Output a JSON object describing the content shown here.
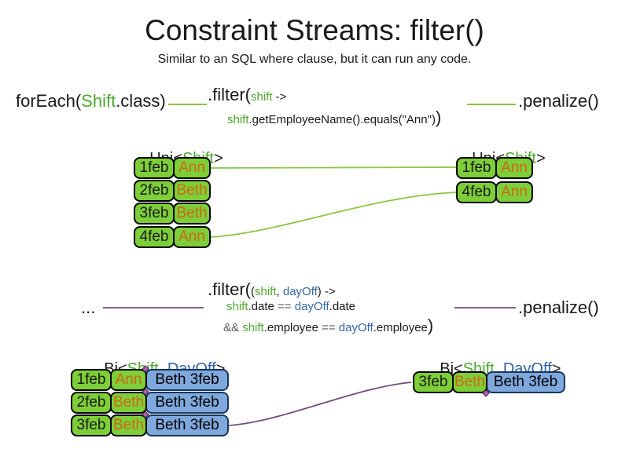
{
  "title": "Constraint Streams: filter()",
  "subtitle": "Similar to an SQL where clause, but it can run any code.",
  "colors": {
    "green_text": "#4ea72e",
    "blue_text": "#3465a4",
    "orange_text": "#cd6816",
    "gray_operator": "#595959",
    "cell_green_fill": "#7dce38",
    "cell_blue_fill": "#7fa8dc",
    "cell_blue_border": "#16365c",
    "wire_green": "#8cc63f",
    "wire_purple": "#6f4e79",
    "glue_diamond": "#b55fae"
  },
  "uni": {
    "source": {
      "pre": "forEach(",
      "type": "Shift",
      "post": ".class)"
    },
    "filter": {
      "head": ".filter(",
      "param": "shift",
      "arrow": " ->",
      "body_var": "shift",
      "body": ".getEmployeeName().equals(\"Ann\")",
      "close": ")"
    },
    "penalize": ".penalize()",
    "label": {
      "pre": "Uni<",
      "type": "Shift",
      "post": ">"
    },
    "left_rows": [
      {
        "date": "1feb",
        "emp": "Ann"
      },
      {
        "date": "2feb",
        "emp": "Beth"
      },
      {
        "date": "3feb",
        "emp": "Beth"
      },
      {
        "date": "4feb",
        "emp": "Ann"
      }
    ],
    "right_rows": [
      {
        "date": "1feb",
        "emp": "Ann"
      },
      {
        "date": "4feb",
        "emp": "Ann"
      }
    ]
  },
  "bi": {
    "source": "...",
    "filter": {
      "head": ".filter(",
      "open": "(",
      "p1": "shift",
      "sep": ", ",
      "p2": "dayOff",
      "close_params": ")",
      "arrow": " ->",
      "l2_p1": "shift",
      "l2_a": ".date ",
      "l2_op": "== ",
      "l2_p2": "dayOff",
      "l2_b": ".date",
      "l3_op": "&& ",
      "l3_p1": "shift",
      "l3_a": ".employee ",
      "l3_eq": "== ",
      "l3_p2": "dayOff",
      "l3_b": ".employee",
      "close": ")"
    },
    "penalize": ".penalize()",
    "label": {
      "pre": "Bi<",
      "shift": "Shift",
      "sep": ", ",
      "dayoff": "DayOff",
      "post": ">"
    },
    "left_rows": [
      {
        "date": "1feb",
        "emp": "Ann",
        "pair": "Beth 3feb"
      },
      {
        "date": "2feb",
        "emp": "Beth",
        "pair": "Beth 3feb"
      },
      {
        "date": "3feb",
        "emp": "Beth",
        "pair": "Beth 3feb"
      }
    ],
    "right_rows": [
      {
        "date": "3feb",
        "emp": "Beth",
        "pair": "Beth 3feb"
      }
    ]
  }
}
